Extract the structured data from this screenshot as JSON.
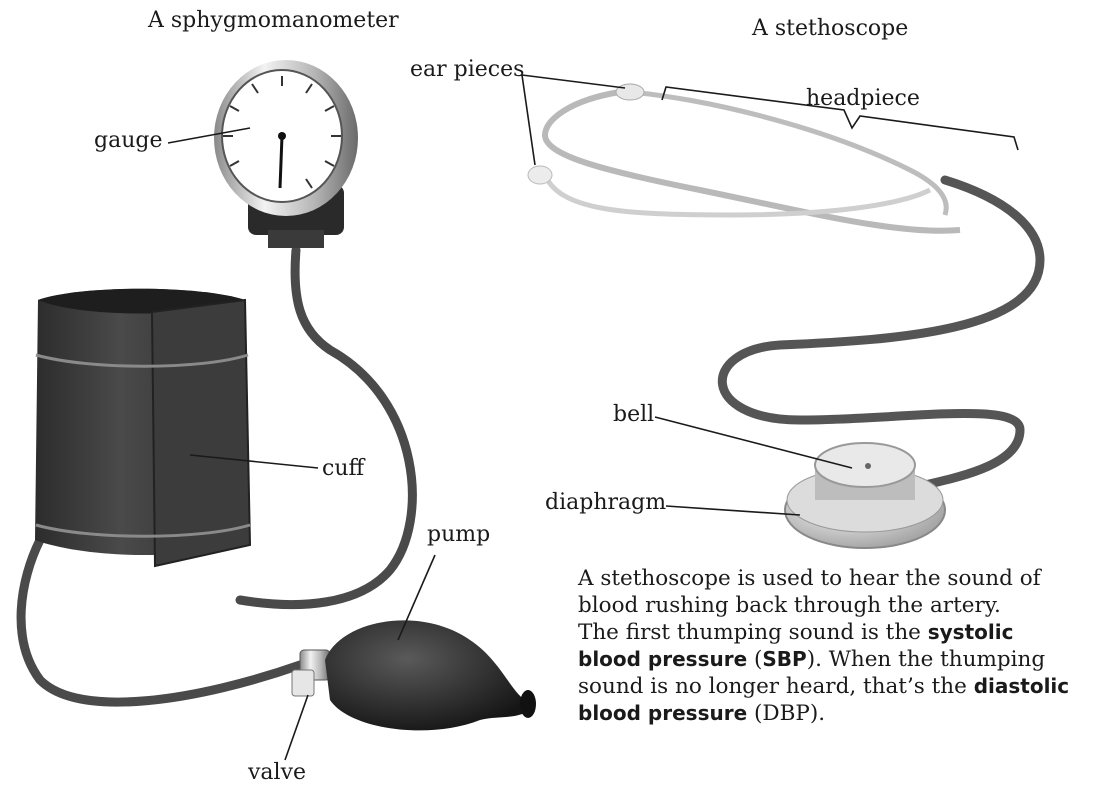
{
  "titles": {
    "sphygmomanometer": "A sphygmomanometer",
    "stethoscope": "A stethoscope"
  },
  "labels": {
    "gauge": "gauge",
    "cuff": "cuff",
    "pump": "pump",
    "valve": "valve",
    "ear_pieces": "ear pieces",
    "headpiece": "headpiece",
    "bell": "bell",
    "diaphragm": "diaphragm"
  },
  "caption": {
    "l1": "A stethoscope is used to hear the sound of",
    "l2": "blood rushing back through the artery.",
    "l3a": "The first thumping sound is the ",
    "l3b": "systolic",
    "l4a": "blood pressure",
    "l4b": " (",
    "l4c": "SBP",
    "l4d": "). When the thumping",
    "l5a": "sound is no longer heard, that’s the ",
    "l5b": "diastolic",
    "l6a": "blood pressure",
    "l6b": " (DBP)."
  },
  "colors": {
    "cuff": "#3a3a3a",
    "tube": "#4a4a4a",
    "metal": "#c8c8c8",
    "pump": "#262626"
  }
}
